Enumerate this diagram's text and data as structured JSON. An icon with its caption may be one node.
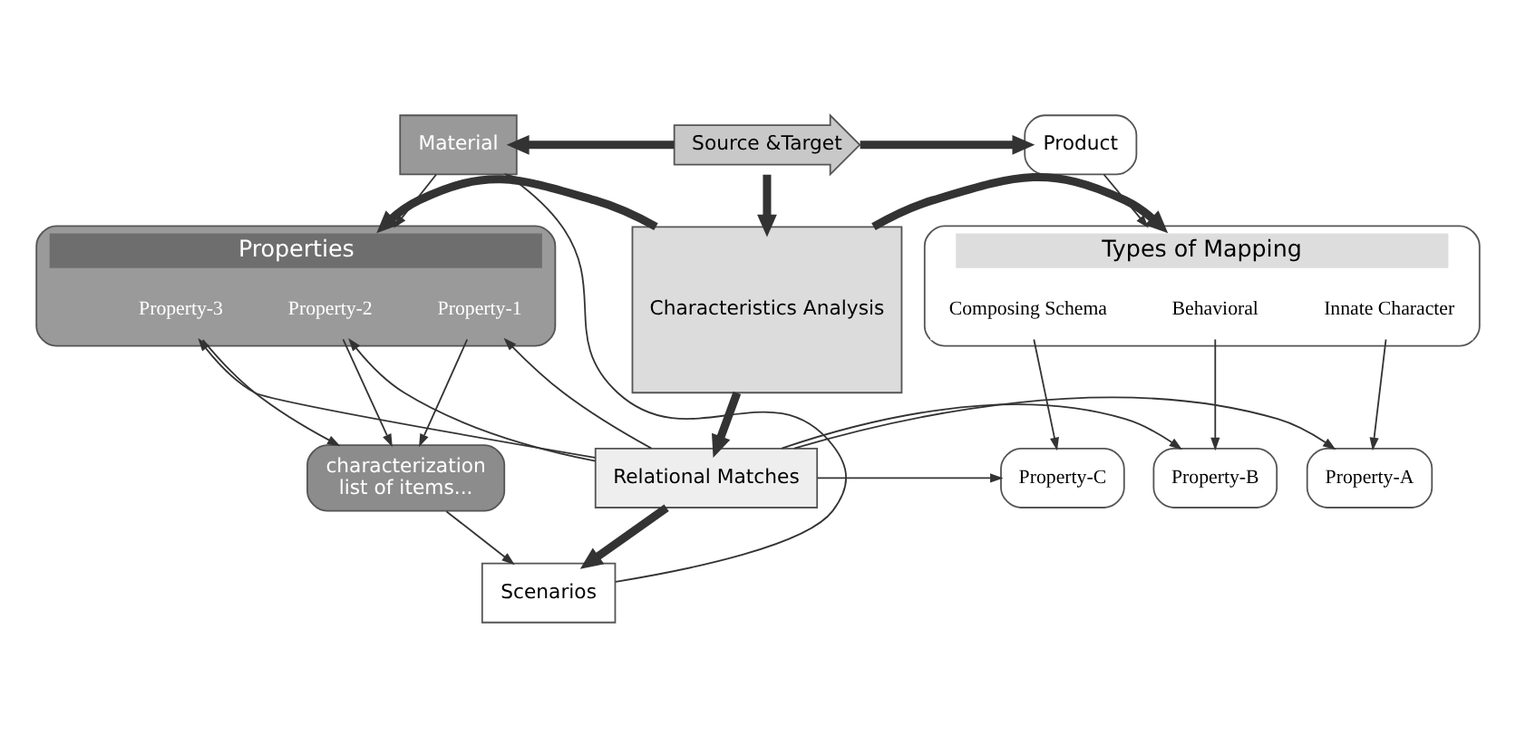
{
  "diagram": {
    "nodes": [
      {
        "text": [
          "Material"
        ]
      },
      {
        "text": [
          "Properties"
        ]
      },
      {
        "text": [
          "Property-3"
        ],
        "in": 1
      },
      {
        "text": [
          "Property-2"
        ],
        "in": 1
      },
      {
        "text": [
          "Property-1"
        ],
        "in": 1
      },
      {
        "text": [
          "characterization",
          "list of items..."
        ]
      },
      {
        "text": [
          "Source &Target"
        ]
      },
      {
        "text": [
          "Characteristics Analysis"
        ]
      },
      {
        "text": [
          "Relational Matches"
        ]
      },
      {
        "text": [
          "Scenarios"
        ]
      },
      {
        "text": [
          "Product"
        ]
      },
      {
        "text": [
          "Types of Mapping"
        ]
      },
      {
        "text": [
          "Composing Schema"
        ],
        "in": 11
      },
      {
        "text": [
          "Behavioral"
        ],
        "in": 11
      },
      {
        "text": [
          "Innate Character"
        ],
        "in": 11
      },
      {
        "text": [
          "Property-C"
        ]
      },
      {
        "text": [
          "Property-B"
        ]
      },
      {
        "text": [
          "Property-A"
        ]
      }
    ],
    "edges": [
      {
        "from": 0,
        "to": 1,
        "arrow": "to"
      },
      {
        "from": 2,
        "to": 5,
        "arrow": "to"
      },
      {
        "from": 3,
        "to": 5,
        "arrow": "to"
      },
      {
        "from": 4,
        "to": 5,
        "arrow": "to"
      },
      {
        "from": 8,
        "to": 2,
        "arrow": "to"
      },
      {
        "from": 8,
        "to": 3,
        "arrow": "to"
      },
      {
        "from": 8,
        "to": 4,
        "arrow": "to"
      },
      {
        "from": 5,
        "to": 9,
        "arrow": "to"
      },
      {
        "from": 9,
        "to": 0,
        "arrow": "to"
      },
      {
        "from": 6,
        "to": 7,
        "arrow": "to",
        "style": "thick"
      },
      {
        "from": 7,
        "to": 8,
        "arrow": "to",
        "style": "thick"
      },
      {
        "from": 8,
        "to": 9,
        "arrow": "to",
        "style": "thick"
      },
      {
        "from": 6,
        "to": 0,
        "arrow": "to",
        "style": "thick"
      },
      {
        "from": 6,
        "to": 10,
        "arrow": "to",
        "style": "thick"
      },
      {
        "from": 7,
        "to": 1,
        "arrow": "to",
        "style": "thick"
      },
      {
        "from": 7,
        "to": 11,
        "arrow": "to",
        "style": "thick"
      },
      {
        "from": 10,
        "to": 11,
        "arrow": "to"
      },
      {
        "from": 12,
        "to": 15,
        "arrow": "to"
      },
      {
        "from": 13,
        "to": 16,
        "arrow": "to"
      },
      {
        "from": 14,
        "to": 17,
        "arrow": "to"
      },
      {
        "from": 8,
        "to": 15,
        "arrow": "to"
      },
      {
        "from": 8,
        "to": 16,
        "arrow": "to"
      },
      {
        "from": 8,
        "to": 17,
        "arrow": "to"
      }
    ]
  }
}
